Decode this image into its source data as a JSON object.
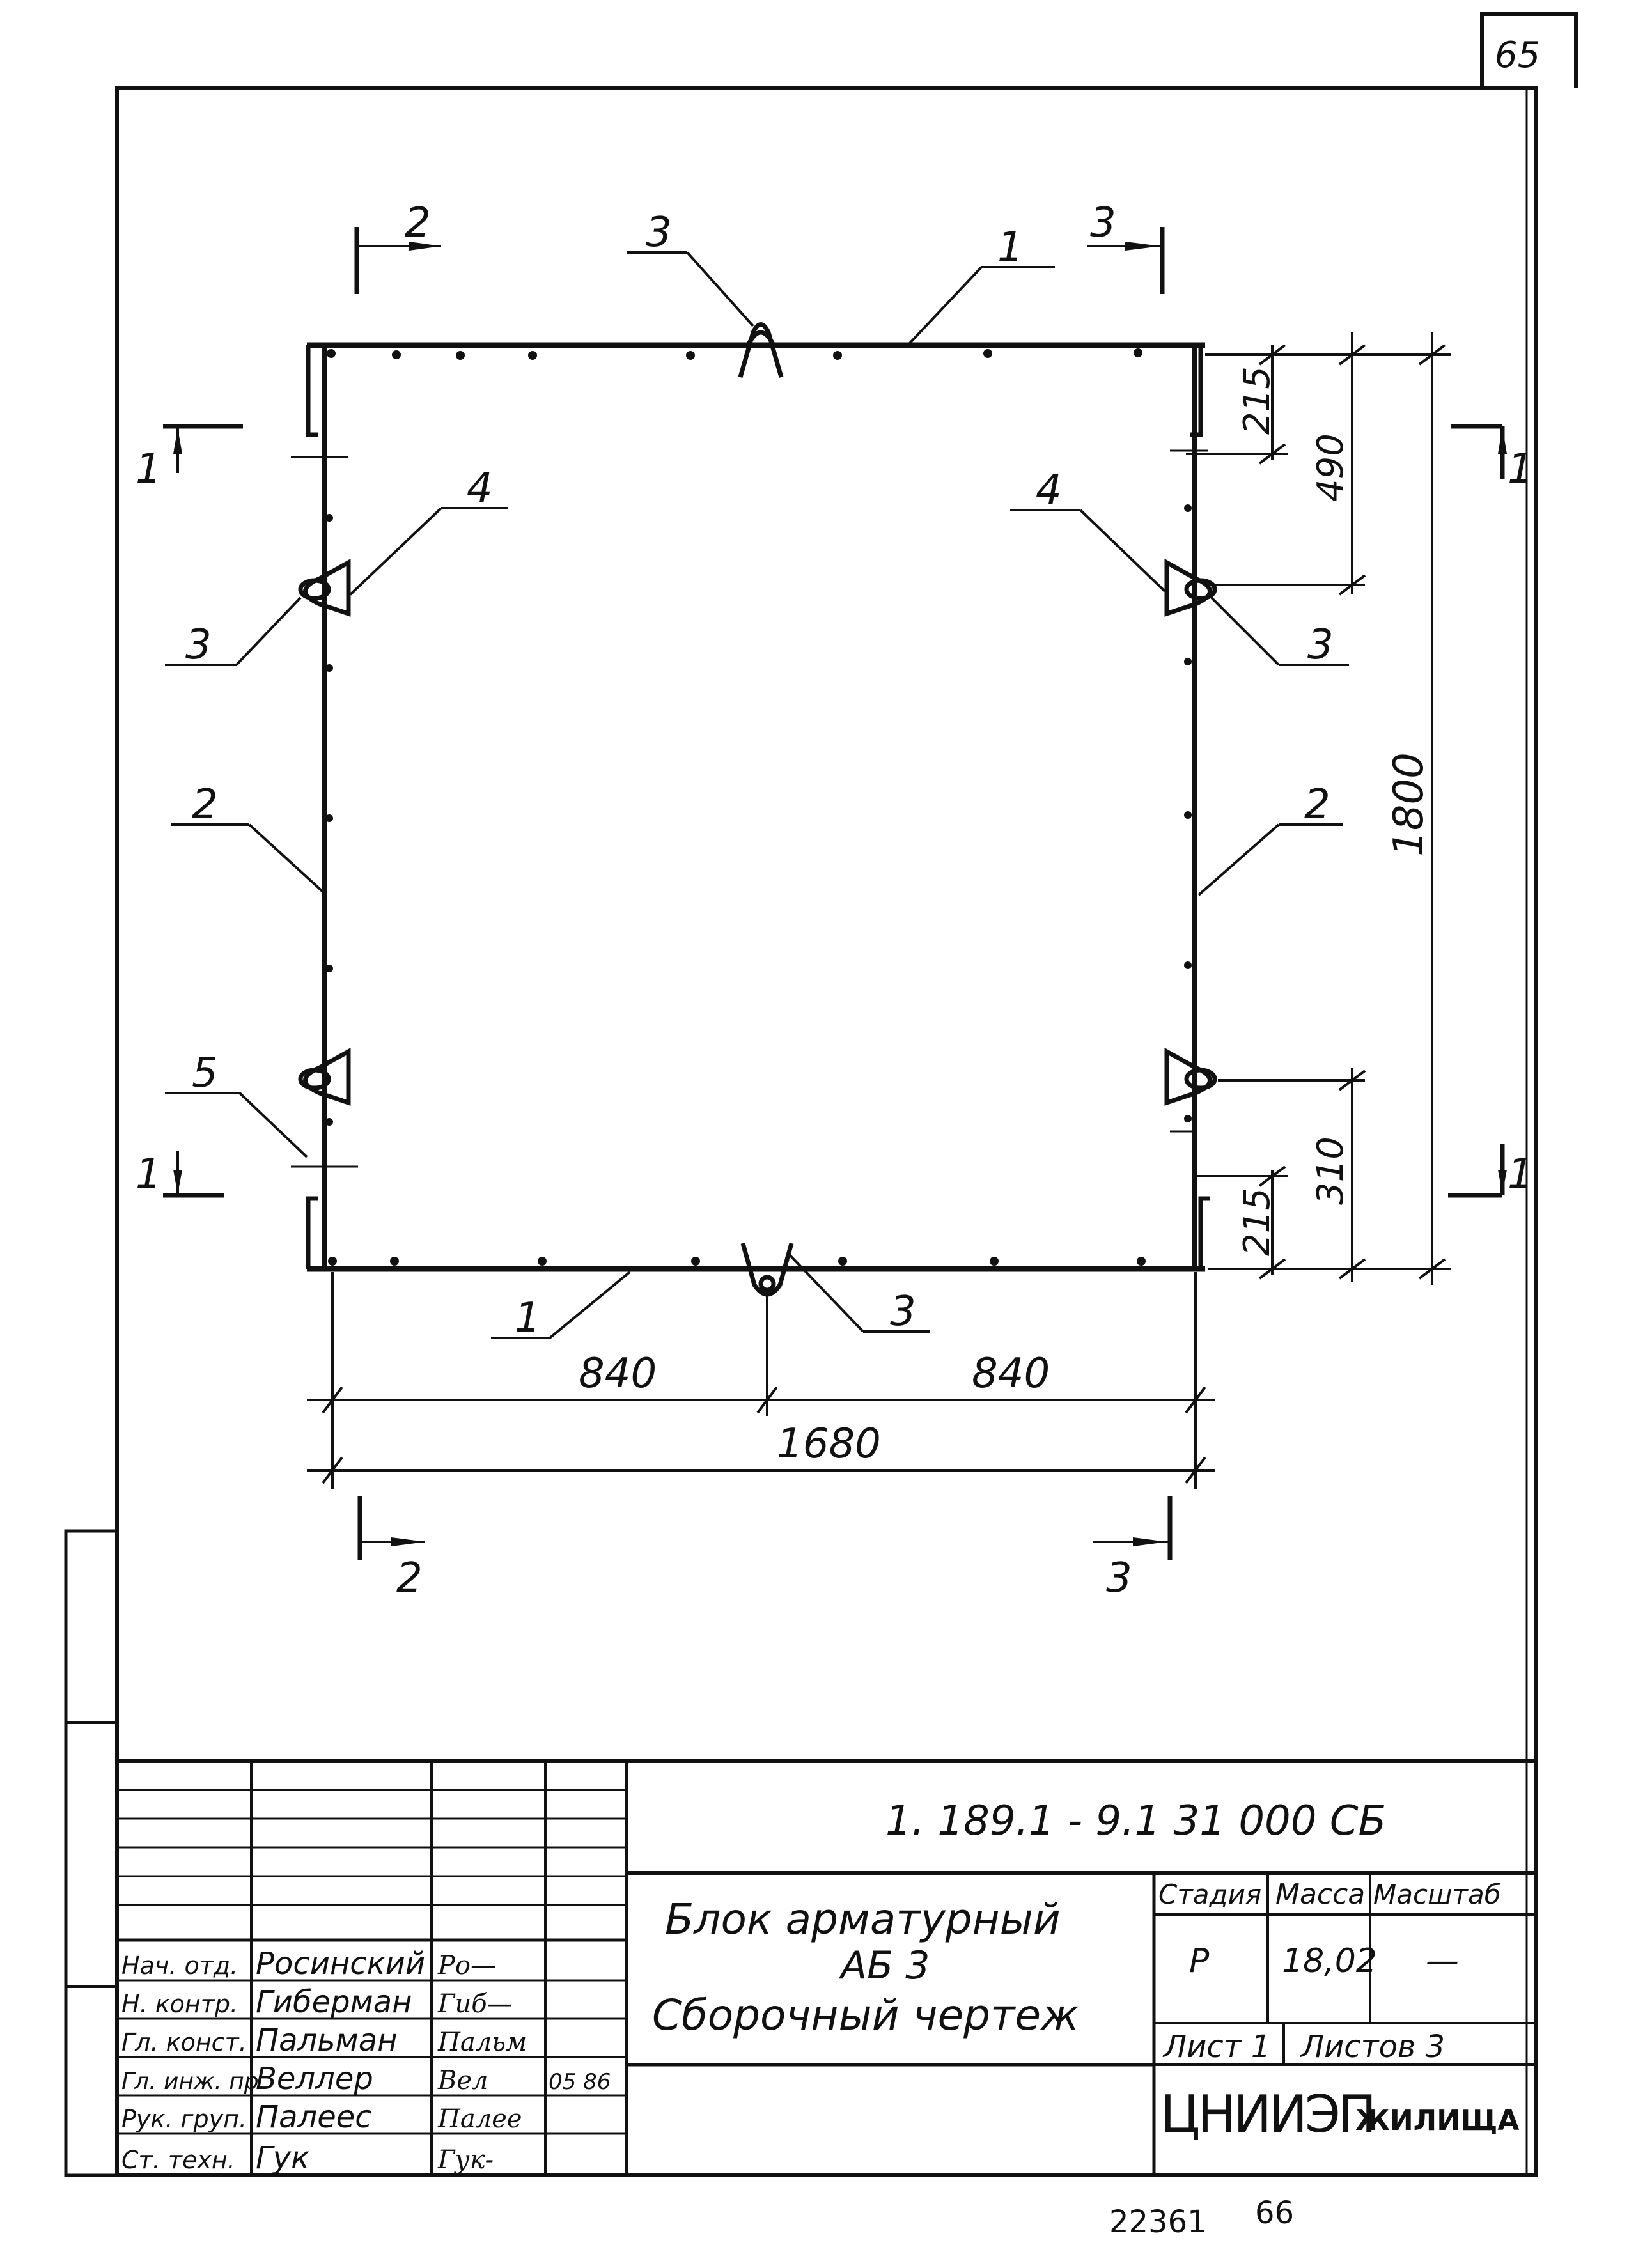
{
  "sheet": {
    "corner_page": "65",
    "footer_number": "22361",
    "footer_page": "66"
  },
  "drawing": {
    "section_marks": {
      "top_left": "2",
      "top_right": "3",
      "bottom_left": "2",
      "bottom_right": "3",
      "left_top": "1",
      "left_bottom": "1",
      "right_top": "1",
      "right_bottom": "1"
    },
    "callouts": {
      "top_bar": "1",
      "top_loop": "3",
      "bottom_bar": "1",
      "bottom_loop": "3",
      "left_bar": "2",
      "right_bar": "2",
      "left_loop_part": "4",
      "left_loop_ring": "3",
      "right_loop_part": "4",
      "right_loop_ring": "3",
      "left_clip": "5"
    },
    "dims": {
      "half_left": "840",
      "half_right": "840",
      "total_width": "1680",
      "height": "1800",
      "top_offset_1": "215",
      "top_offset_2": "490",
      "bottom_offset_1": "215",
      "bottom_offset_2": "310"
    }
  },
  "title_block": {
    "doc_code": "1. 189.1 - 9.1  31 000 СБ",
    "title_line1": "Блок  арматурный",
    "title_line2": "АБ 3",
    "title_line3": "Сборочный  чертеж",
    "headers": {
      "stage": "Стадия",
      "mass": "Масса",
      "scale": "Масштаб"
    },
    "values": {
      "stage": "Р",
      "mass": "18,02",
      "scale": "—"
    },
    "sheet_label": "Лист 1",
    "sheets_label": "Листов 3",
    "org_main": "ЦНИИЭП",
    "org_sub": "ЖИЛИЩА",
    "date": "05 86",
    "signers": [
      {
        "role": "Нач. отд.",
        "name": "Росинский",
        "sign": "Ро—"
      },
      {
        "role": "Н. контр.",
        "name": "Гиберман",
        "sign": "Гиб—"
      },
      {
        "role": "Гл. конст.",
        "name": "Пальман",
        "sign": "Пальм"
      },
      {
        "role": "Гл. инж. пр.",
        "name": "Веллер",
        "sign": "Вел"
      },
      {
        "role": "Рук. груп.",
        "name": "Палеес",
        "sign": "Палее"
      },
      {
        "role": "Ст. техн.",
        "name": "Гук",
        "sign": "Гук-"
      }
    ]
  }
}
